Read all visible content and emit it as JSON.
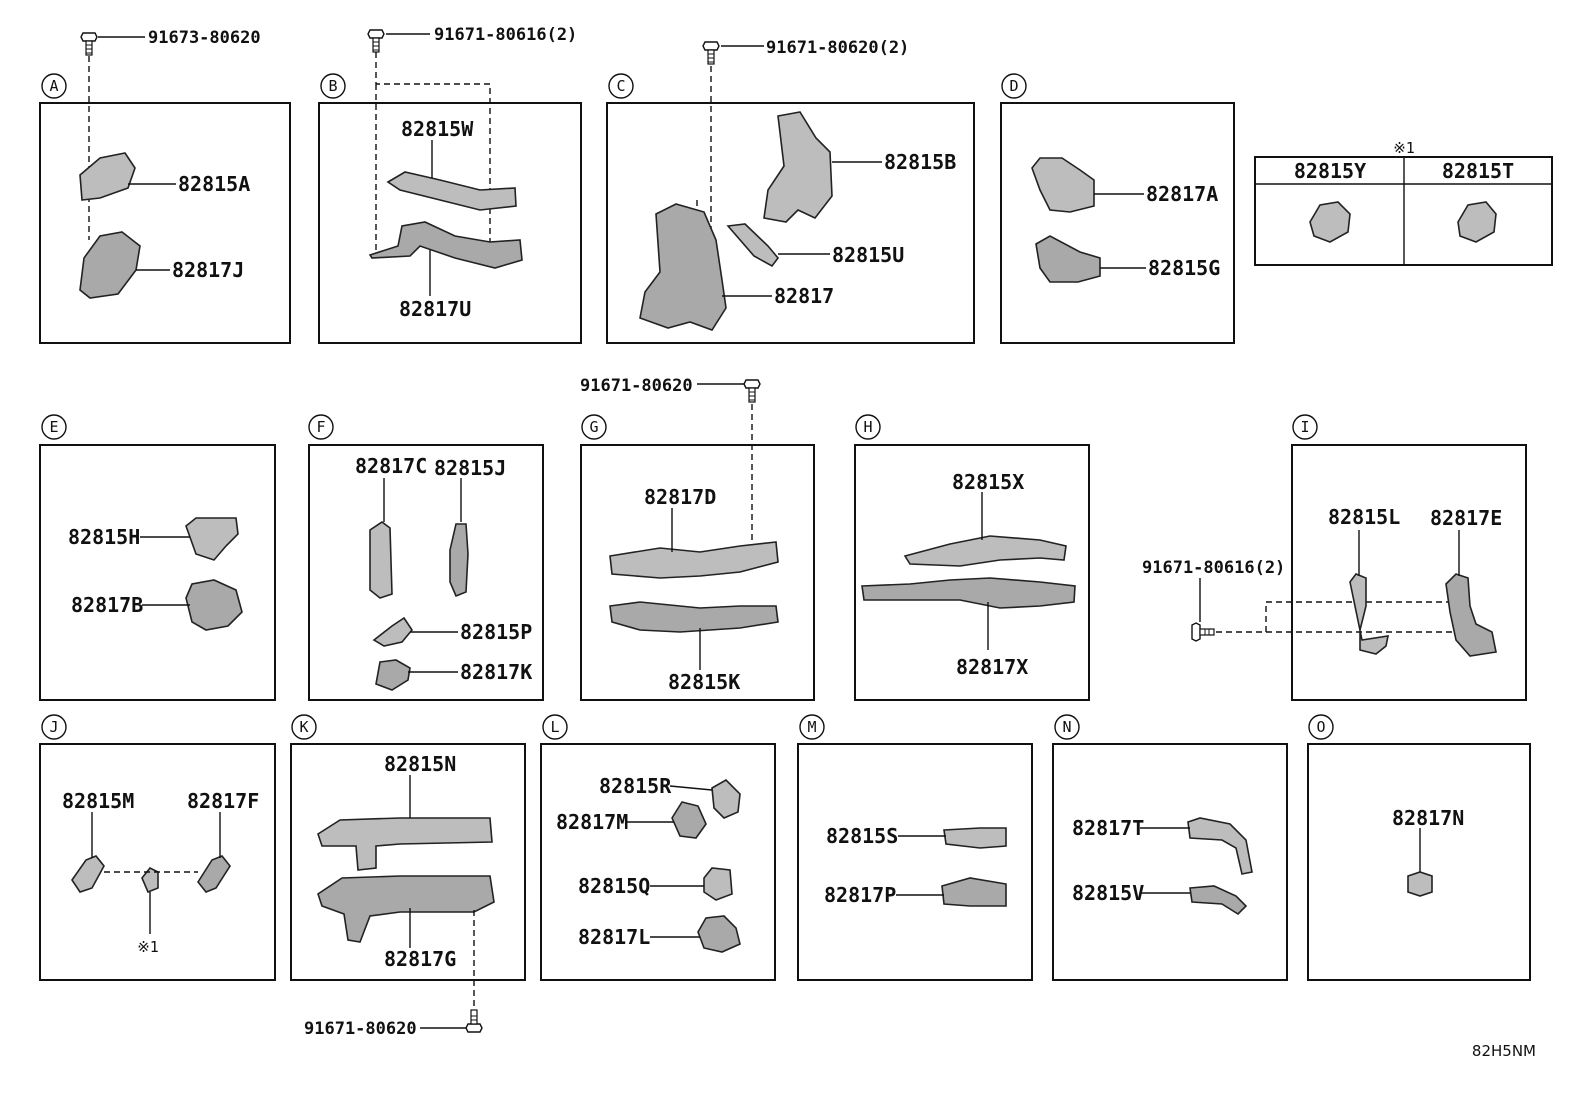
{
  "title": "",
  "sections": {
    "A": {
      "letter": "A",
      "parts": [
        "82815A",
        "82817J"
      ],
      "bolt": "91673-80620"
    },
    "B": {
      "letter": "B",
      "parts": [
        "82815W",
        "82817U"
      ],
      "bolt": "91671-80616(2)"
    },
    "C": {
      "letter": "C",
      "parts": [
        "82815B",
        "82815U",
        "82817"
      ],
      "bolt": "91671-80620(2)"
    },
    "D": {
      "letter": "D",
      "parts": [
        "82817A",
        "82815G"
      ]
    },
    "note1": {
      "mark": "※1",
      "headers": [
        "82815Y",
        "82815T"
      ]
    },
    "E": {
      "letter": "E",
      "parts": [
        "82815H",
        "82817B"
      ]
    },
    "F": {
      "letter": "F",
      "parts": [
        "82817C",
        "82815J",
        "82815P",
        "82817K"
      ]
    },
    "G": {
      "letter": "G",
      "parts": [
        "82817D",
        "82815K"
      ],
      "bolt": "91671-80620"
    },
    "H": {
      "letter": "H",
      "parts": [
        "82815X",
        "82817X"
      ]
    },
    "I": {
      "letter": "I",
      "parts": [
        "82815L",
        "82817E"
      ],
      "bolt": "91671-80616(2)"
    },
    "J": {
      "letter": "J",
      "parts": [
        "82815M",
        "82817F"
      ],
      "mark": "※1"
    },
    "K": {
      "letter": "K",
      "parts": [
        "82815N",
        "82817G"
      ],
      "bolt": "91671-80620"
    },
    "L": {
      "letter": "L",
      "parts": [
        "82815R",
        "82817M",
        "82815Q",
        "82817L"
      ]
    },
    "M": {
      "letter": "M",
      "parts": [
        "82815S",
        "82817P"
      ]
    },
    "N": {
      "letter": "N",
      "parts": [
        "82817T",
        "82815V"
      ]
    },
    "O": {
      "letter": "O",
      "parts": [
        "82817N"
      ]
    }
  },
  "diagram_code": "82H5NM"
}
